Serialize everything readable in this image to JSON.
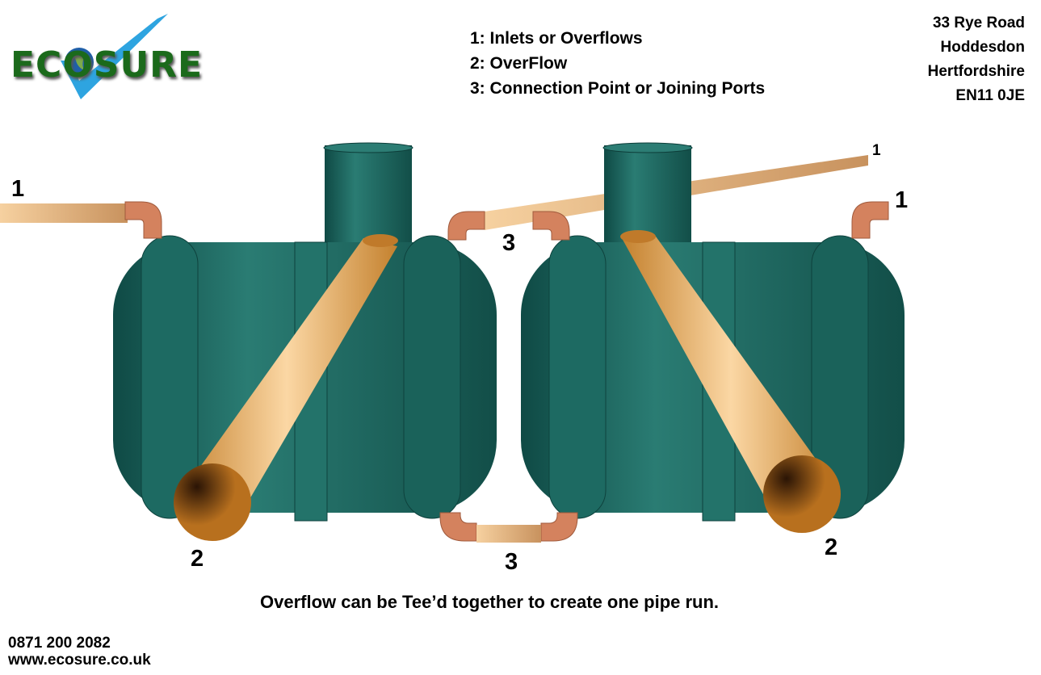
{
  "logo": {
    "text": "ECOSURE"
  },
  "legend": [
    "1: Inlets or Overflows",
    "2: OverFlow",
    "3: Connection Point or Joining Ports"
  ],
  "address": [
    "33 Rye Road",
    "Hoddesdon",
    "Hertfordshire",
    "EN11 0JE"
  ],
  "markers": {
    "inlet": "1",
    "overflow": "2",
    "connection": "3"
  },
  "caption": "Overflow can be Tee’d together to create one pipe run.",
  "contact": {
    "phone": "0871 200 2082",
    "website": "www.ecosure.co.uk"
  },
  "colors": {
    "tank": "#1e6b63",
    "pipe": "#f2c58e",
    "elbow": "#d4825e",
    "logo_green": "#1b6a1b",
    "logo_blue": "#2ea4e0"
  }
}
